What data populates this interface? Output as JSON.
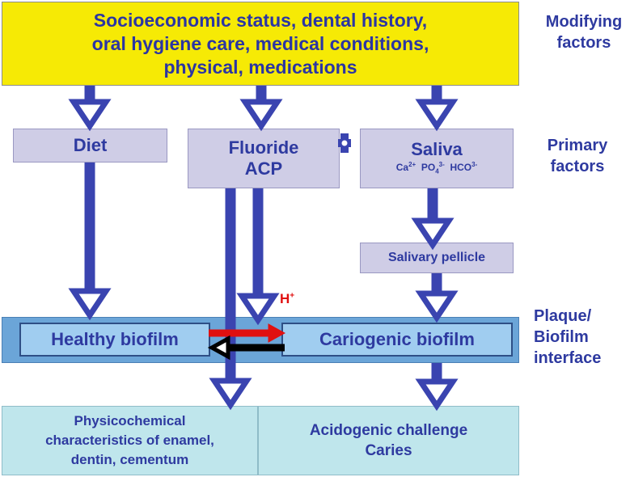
{
  "modifying_box": {
    "line1": "Socioeconomic status, dental history,",
    "line2": "oral hygiene care, medical conditions,",
    "line3": "physical, medications"
  },
  "side_labels": {
    "modifying_line1": "Modifying",
    "modifying_line2": "factors",
    "primary_line1": "Primary",
    "primary_line2": "factors",
    "plaque_line1": "Plaque/",
    "plaque_line2": "Biofilm",
    "plaque_line3": "interface"
  },
  "primary": {
    "diet": "Diet",
    "fluoride_line1": "Fluoride",
    "fluoride_line2": "ACP",
    "saliva": "Saliva",
    "ions": {
      "ca": "Ca",
      "ca_charge": "2+",
      "po": "PO",
      "po_sub": "4",
      "po_charge": "3-",
      "hco": "HCO",
      "hco_charge": "3-"
    }
  },
  "pellicle": "Salivary pellicle",
  "biofilm": {
    "healthy": "Healthy biofilm",
    "cariogenic": "Cariogenic biofilm",
    "h_ion": "H",
    "h_charge": "+"
  },
  "outcomes": {
    "physchem_line1": "Physicochemical",
    "physchem_line2": "characteristics of enamel,",
    "physchem_line3": "dentin, cementum",
    "acido_line1": "Acidogenic challenge",
    "acido_line2": "Caries"
  },
  "colors": {
    "arrow": "#3a44b0",
    "yellow_box": "#f6ea05",
    "primary_box": "#cfcde6",
    "band": "#6ba5d8",
    "biofilm_box": "#a0cdf0",
    "outcome_box": "#bfe6ec",
    "red_arrow": "#e01010",
    "black_arrow": "#000000"
  }
}
